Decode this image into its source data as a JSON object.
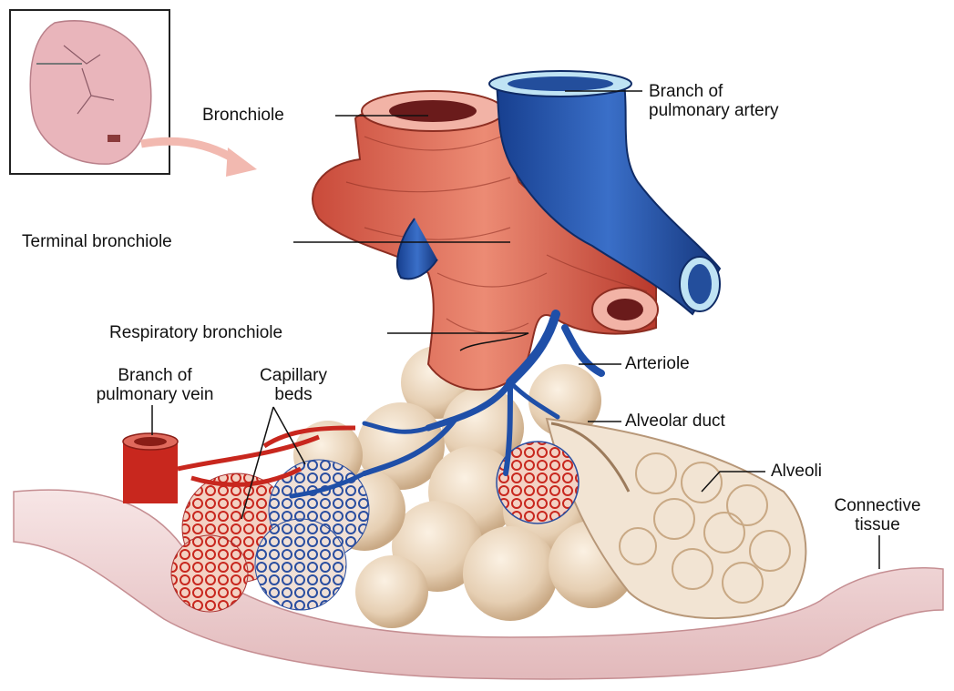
{
  "labels": {
    "bronchiole": "Bronchiole",
    "branch_pulmonary_artery": "Branch of\npulmonary artery",
    "terminal_bronchiole": "Terminal bronchiole",
    "respiratory_bronchiole": "Respiratory bronchiole",
    "arteriole": "Arteriole",
    "branch_pulmonary_vein": "Branch of\npulmonary vein",
    "capillary_beds": "Capillary\nbeds",
    "alveolar_duct": "Alveolar duct",
    "alveoli": "Alveoli",
    "connective_tissue": "Connective\ntissue"
  },
  "colors": {
    "artery_blue": "#1f4fa8",
    "vein_red": "#c8271e",
    "muscle_red": "#d9604d",
    "alveoli_tan": "#e9d6bf",
    "connective_pink": "#f1d7d8",
    "inset_lung": "#e8b3b8"
  }
}
